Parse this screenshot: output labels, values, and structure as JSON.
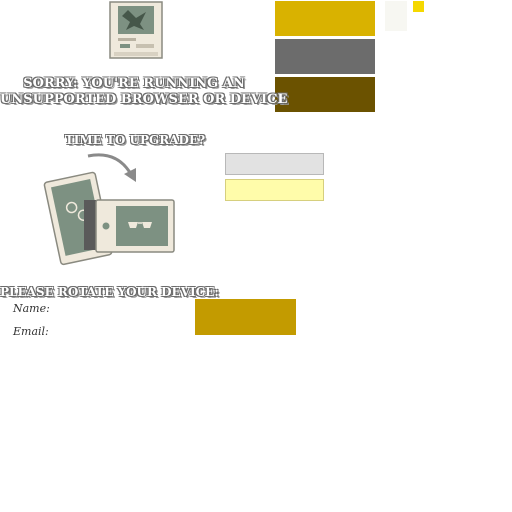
{
  "messages": {
    "unsupported_line1": "SORRY: YOU'RE RUNNING AN",
    "unsupported_line2": "UNSUPPORTED BROWSER OR DEVICE",
    "upgrade": "TIME TO UPGRADE?",
    "rotate": "PLEASE ROTATE YOUR DEVICE:"
  },
  "form": {
    "name_label": "Name:",
    "email_label": "Email:"
  },
  "colors": {
    "swatch_gold": "#d9b200",
    "swatch_gray": "#6c6c6c",
    "swatch_dark_olive": "#6b5200",
    "swatch_yellow_small": "#f5d800",
    "button_gold": "#c39b00",
    "field_gray": "#e2e2e2",
    "field_yellow": "#fffcaa"
  },
  "icons": {
    "computer": "old-computer-icon",
    "devices": "devices-upgrade-icon"
  }
}
